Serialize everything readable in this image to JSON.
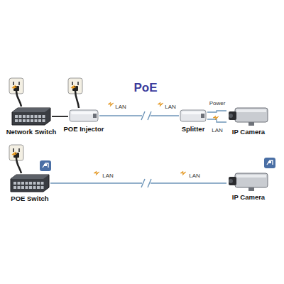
{
  "diagram": {
    "title": "PoE",
    "nodes": [
      {
        "text": [
          "Network Switch"
        ]
      },
      {
        "text": [
          "POE Injector"
        ]
      },
      {
        "text": [
          "Splitter"
        ]
      },
      {
        "text": [
          "IP Camera"
        ]
      },
      {
        "text": [
          "POE Switch"
        ]
      },
      {
        "text": [
          "IP Camera"
        ]
      }
    ],
    "edges": [
      {
        "from": 0,
        "to": 1,
        "arrow": "none"
      },
      {
        "from": 1,
        "to": 2,
        "label": "LAN",
        "arrow": "none"
      },
      {
        "from": 2,
        "to": 3,
        "label": "Power",
        "arrow": "none"
      },
      {
        "from": 2,
        "to": 3,
        "label": "LAN",
        "arrow": "none"
      },
      {
        "from": 4,
        "to": 5,
        "label": "LAN",
        "arrow": "none"
      }
    ],
    "labels": [
      "LAN",
      "LAN"
    ]
  }
}
